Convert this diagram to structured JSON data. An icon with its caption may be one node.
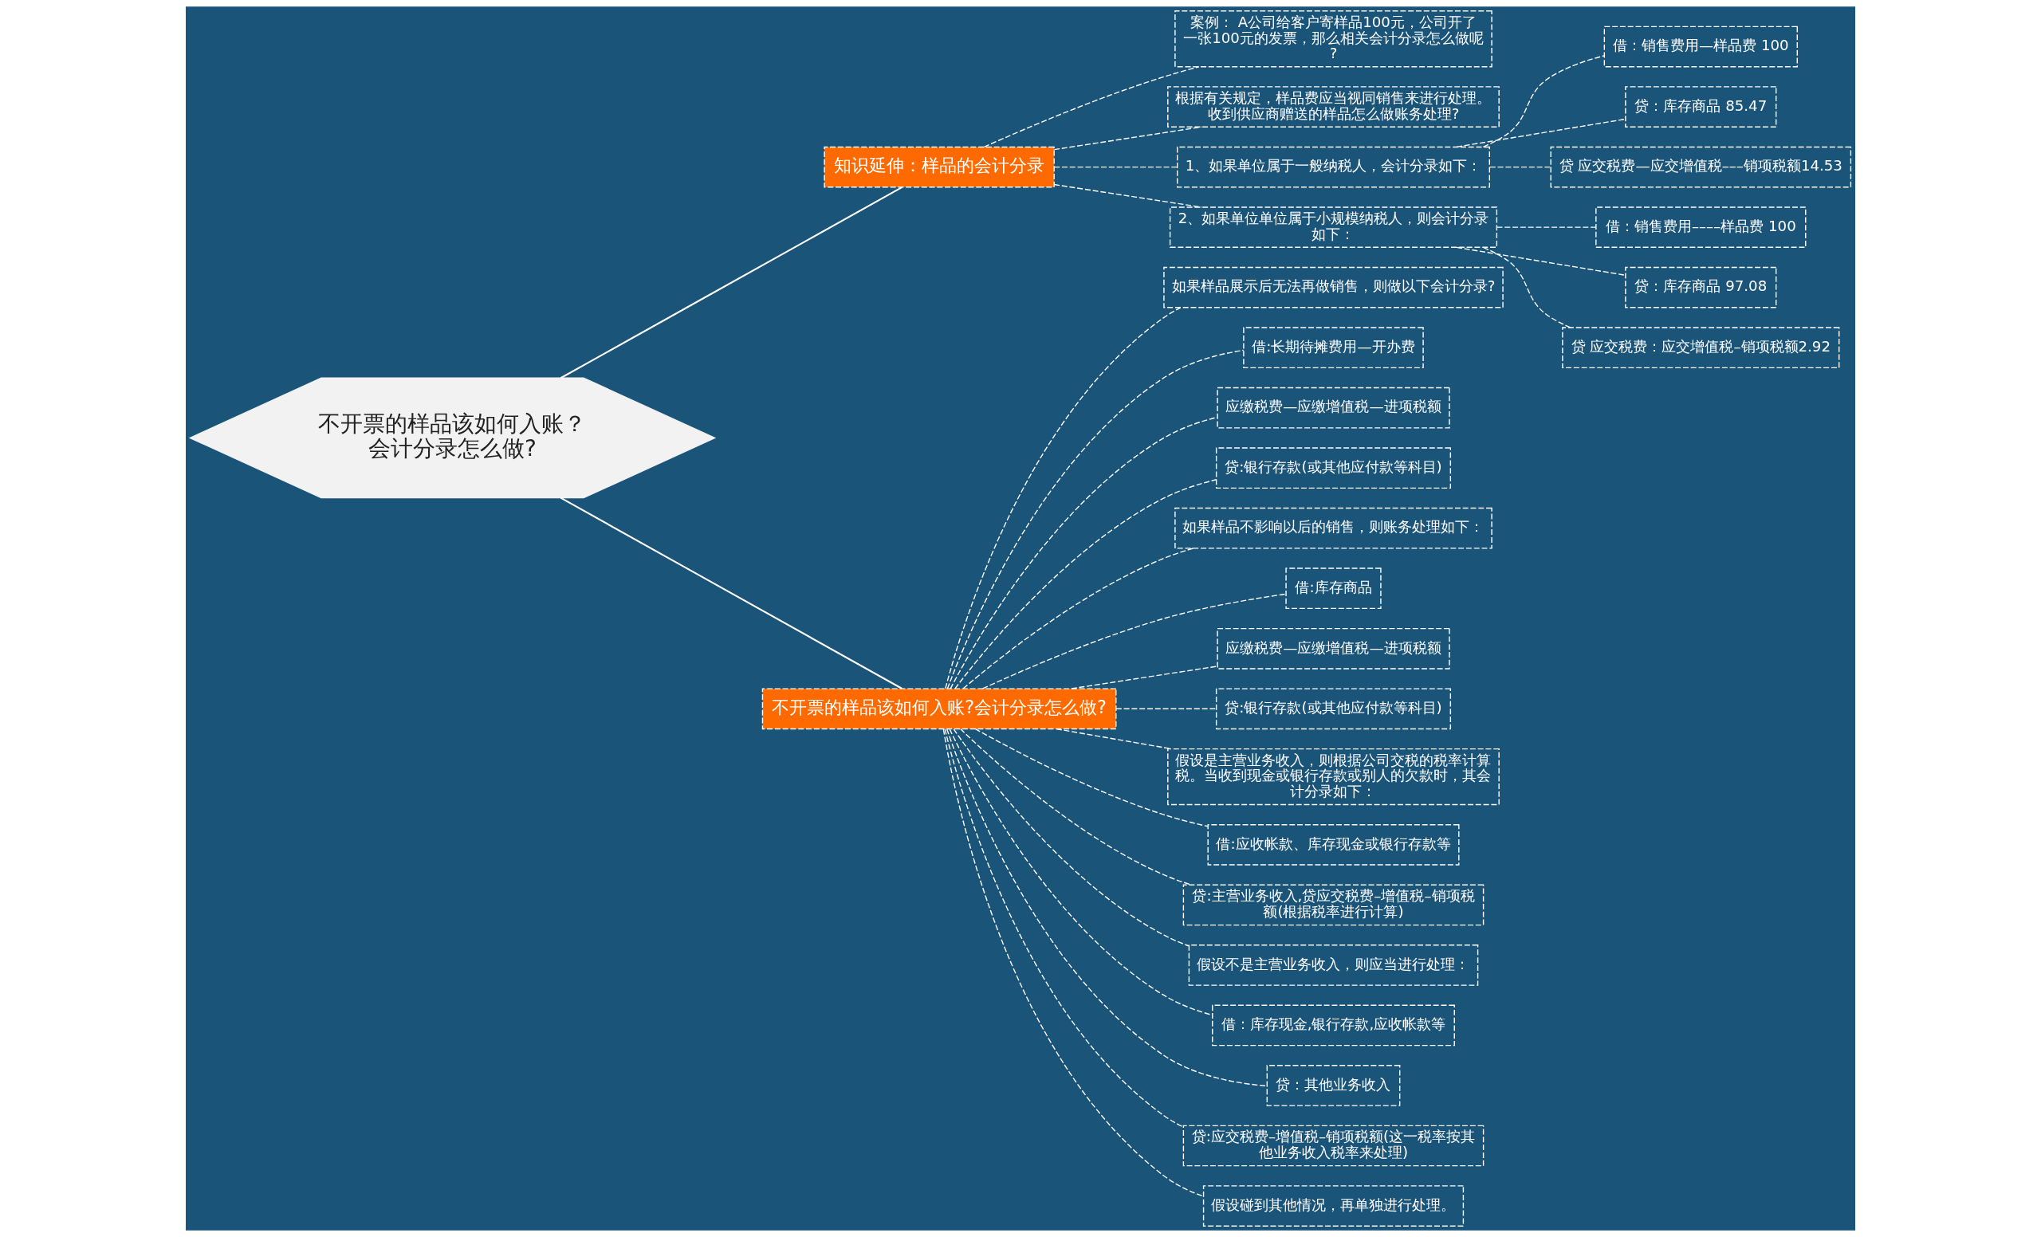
{
  "diagram": {
    "nodes": [
      {
        "text": [
          "不开票的样品该如何入账？会计分录怎么做?"
        ]
      },
      {
        "text": [
          "知识延伸：样品的会计分录"
        ]
      },
      {
        "text": [
          "案例： A公司给客户寄样品100元，公司开了一张100元的发票，那么相关会计分录怎么做呢?"
        ]
      },
      {
        "text": [
          "根据有关规定，样品费应当视同销售来进行处理。收到供应商赠送的样品怎么做账务处理?"
        ]
      },
      {
        "text": [
          "1、如果单位属于一般纳税人，会计分录如下："
        ]
      },
      {
        "text": [
          "借：销售费用—样品费 100"
        ]
      },
      {
        "text": [
          "贷：库存商品 85.47"
        ]
      },
      {
        "text": [
          "贷 应交税费—应交增值税–––销项税额14.53"
        ]
      },
      {
        "text": [
          "2、如果单位单位属于小规模纳税人，则会计分录如下："
        ]
      },
      {
        "text": [
          "借：销售费用––––样品费 100"
        ]
      },
      {
        "text": [
          "贷：库存商品 97.08"
        ]
      },
      {
        "text": [
          "贷 应交税费：应交增值税–销项税额2.92"
        ]
      },
      {
        "text": [
          "不开票的样品该如何入账?会计分录怎么做?"
        ]
      },
      {
        "text": [
          "如果样品展示后无法再做销售，则做以下会计分录?"
        ]
      },
      {
        "text": [
          "借:长期待摊费用—开办费"
        ]
      },
      {
        "text": [
          "应缴税费—应缴增值税—进项税额"
        ]
      },
      {
        "text": [
          "贷:银行存款(或其他应付款等科目)"
        ]
      },
      {
        "text": [
          "如果样品不影响以后的销售，则账务处理如下："
        ]
      },
      {
        "text": [
          "借:库存商品"
        ]
      },
      {
        "text": [
          "应缴税费—应缴增值税—进项税额"
        ]
      },
      {
        "text": [
          "贷:银行存款(或其他应付款等科目)"
        ]
      },
      {
        "text": [
          "假设是主营业务收入，则根据公司交税的税率计算税。当收到现金或银行存款或别人的欠款时，其会计分录如下："
        ]
      },
      {
        "text": [
          "借:应收帐款、库存现金或银行存款等"
        ]
      },
      {
        "text": [
          "贷:主营业务收入,贷应交税费–增值税–销项税额(根据税率进行计算)"
        ]
      },
      {
        "text": [
          "假设不是主营业务收入，则应当进行处理："
        ]
      },
      {
        "text": [
          "借：库存现金,银行存款,应收帐款等"
        ]
      },
      {
        "text": [
          "贷：其他业务收入"
        ]
      },
      {
        "text": [
          "贷:应交税费–增值税–销项税额(这一税率按其他业务收入税率来处理)"
        ]
      },
      {
        "text": [
          "假设碰到其他情况，再单独进行处理。"
        ]
      }
    ],
    "edges": [
      {
        "from": 0,
        "to": 1,
        "arrow": "none"
      },
      {
        "from": 1,
        "to": 2,
        "arrow": "none",
        "style": "dashed"
      },
      {
        "from": 1,
        "to": 3,
        "arrow": "none",
        "style": "dashed"
      },
      {
        "from": 1,
        "to": 4,
        "arrow": "none",
        "style": "dashed"
      },
      {
        "from": 4,
        "to": 5,
        "arrow": "none",
        "style": "dashed"
      },
      {
        "from": 4,
        "to": 6,
        "arrow": "none",
        "style": "dashed"
      },
      {
        "from": 4,
        "to": 7,
        "arrow": "none",
        "style": "dashed"
      },
      {
        "from": 1,
        "to": 8,
        "arrow": "none",
        "style": "dashed"
      },
      {
        "from": 8,
        "to": 9,
        "arrow": "none",
        "style": "dashed"
      },
      {
        "from": 8,
        "to": 10,
        "arrow": "none",
        "style": "dashed"
      },
      {
        "from": 8,
        "to": 11,
        "arrow": "none",
        "style": "dashed"
      },
      {
        "from": 0,
        "to": 12,
        "arrow": "none"
      },
      {
        "from": 12,
        "to": 13,
        "arrow": "none",
        "style": "dashed"
      },
      {
        "from": 12,
        "to": 14,
        "arrow": "none",
        "style": "dashed"
      },
      {
        "from": 12,
        "to": 15,
        "arrow": "none",
        "style": "dashed"
      },
      {
        "from": 12,
        "to": 16,
        "arrow": "none",
        "style": "dashed"
      },
      {
        "from": 12,
        "to": 17,
        "arrow": "none",
        "style": "dashed"
      },
      {
        "from": 12,
        "to": 18,
        "arrow": "none",
        "style": "dashed"
      },
      {
        "from": 12,
        "to": 19,
        "arrow": "none",
        "style": "dashed"
      },
      {
        "from": 12,
        "to": 20,
        "arrow": "none",
        "style": "dashed"
      },
      {
        "from": 12,
        "to": 21,
        "arrow": "none",
        "style": "dashed"
      },
      {
        "from": 12,
        "to": 22,
        "arrow": "none",
        "style": "dashed"
      },
      {
        "from": 12,
        "to": 23,
        "arrow": "none",
        "style": "dashed"
      },
      {
        "from": 12,
        "to": 24,
        "arrow": "none",
        "style": "dashed"
      },
      {
        "from": 12,
        "to": 25,
        "arrow": "none",
        "style": "dashed"
      },
      {
        "from": 12,
        "to": 26,
        "arrow": "none",
        "style": "dashed"
      },
      {
        "from": 12,
        "to": 27,
        "arrow": "none",
        "style": "dashed"
      },
      {
        "from": 12,
        "to": 28,
        "arrow": "none",
        "style": "dashed"
      }
    ]
  }
}
